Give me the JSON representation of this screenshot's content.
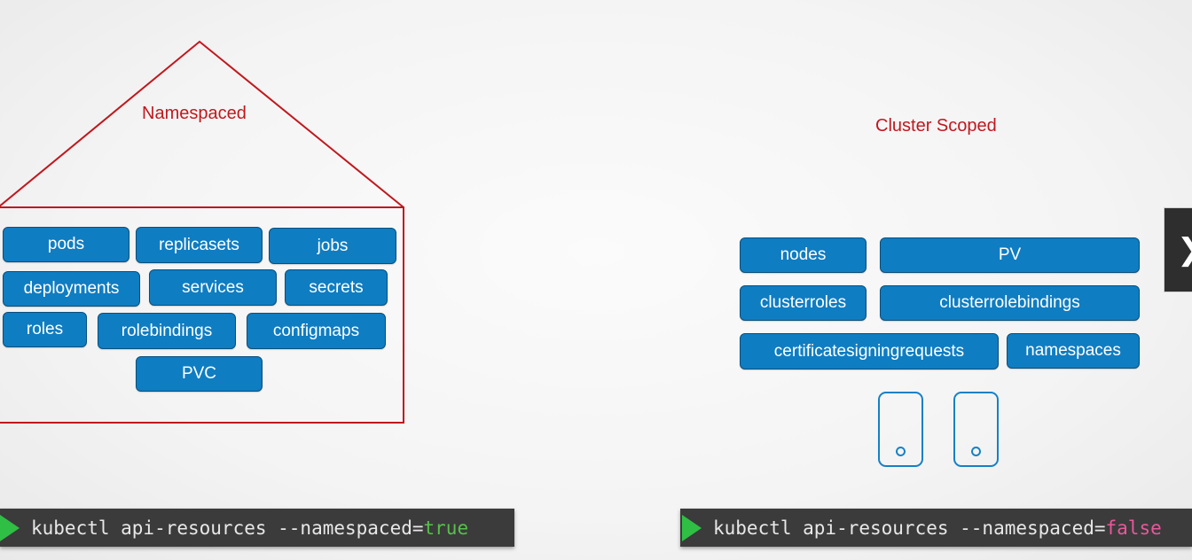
{
  "namespaced": {
    "label": "Namespaced",
    "resources": [
      "pods",
      "replicasets",
      "jobs",
      "deployments",
      "services",
      "secrets",
      "roles",
      "rolebindings",
      "configmaps",
      "PVC"
    ],
    "command": {
      "prefix": "kubectl api-resources --namespaced=",
      "value": "true"
    }
  },
  "cluster_scoped": {
    "label": "Cluster Scoped",
    "resources": [
      "nodes",
      "PV",
      "clusterroles",
      "clusterrolebindings",
      "certificatesigningrequests",
      "namespaces"
    ],
    "command": {
      "prefix": "kubectl api-resources --namespaced=",
      "value": "false"
    }
  },
  "icons": {
    "node": "server-node-icon",
    "next": "chevron-right-icon",
    "prompt": "play-triangle-icon"
  },
  "colors": {
    "resource_fill": "#0f7dc2",
    "house_outline": "#c0181e",
    "true_value": "#56c24a",
    "false_value": "#e8589b",
    "prompt": "#2fbf45"
  },
  "nav": {
    "next_symbol": "❯"
  }
}
